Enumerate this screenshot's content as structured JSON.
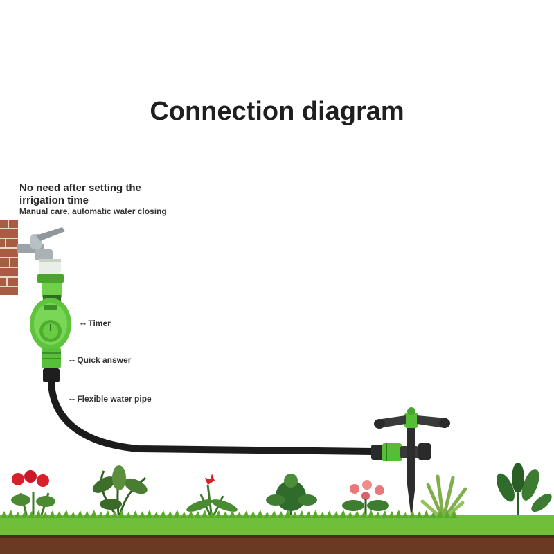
{
  "title": "Connection diagram",
  "note": {
    "main": "No need after setting the irrigation time",
    "sub": "Manual care, automatic water closing"
  },
  "labels": {
    "timer": "-- Timer",
    "quick": "-- Quick answer",
    "pipe": "-- Flexible water pipe"
  },
  "colors": {
    "accent_green": "#5cc23a",
    "dark_green": "#2f7d1f",
    "pipe": "#1c1c1c",
    "grass": "#6fbf3a",
    "soil": "#6b3a22",
    "brick": "#b06a4e"
  },
  "icons": [
    "faucet-icon",
    "timer-icon",
    "sprinkler-icon",
    "plant-icon",
    "flower-icon"
  ]
}
